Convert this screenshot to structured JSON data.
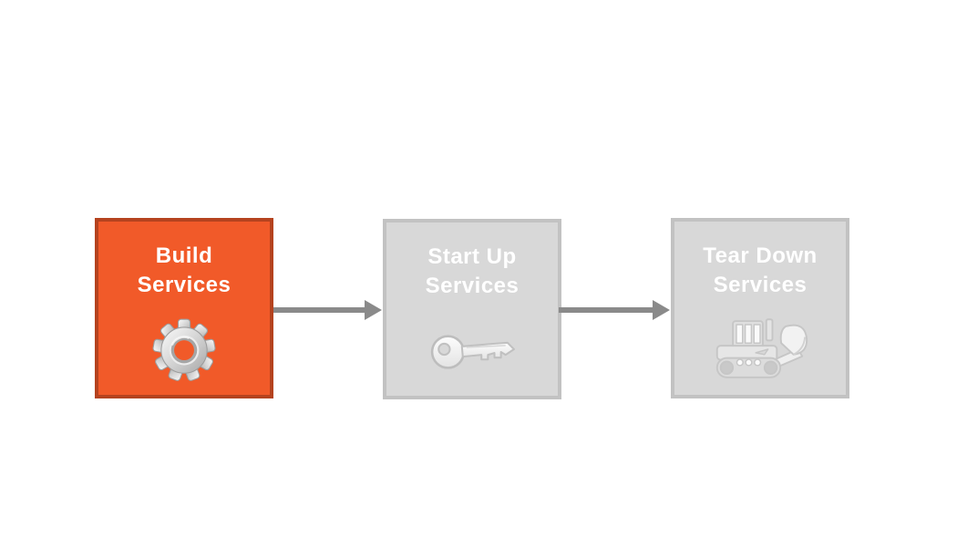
{
  "diagram": {
    "title": "service lifecycle process flow",
    "background": "#ffffff",
    "colors": {
      "active_fill": "#f15a29",
      "active_border": "#b5431f",
      "inactive_fill": "#d8d8d8",
      "inactive_border": "#c2c2c2",
      "arrow": "#8a8a8a",
      "label_text": "#ffffff"
    },
    "steps": [
      {
        "label_line1": "Build",
        "label_line2": "Services",
        "icon": "gear-icon",
        "state": "active"
      },
      {
        "label_line1": "Start Up",
        "label_line2": "Services",
        "icon": "key-icon",
        "state": "inactive"
      },
      {
        "label_line1": "Tear Down",
        "label_line2": "Services",
        "icon": "bulldozer-icon",
        "state": "inactive"
      }
    ],
    "connectors": [
      {
        "from": "Build Services",
        "to": "Start Up Services"
      },
      {
        "from": "Start Up Services",
        "to": "Tear Down Services"
      }
    ]
  }
}
